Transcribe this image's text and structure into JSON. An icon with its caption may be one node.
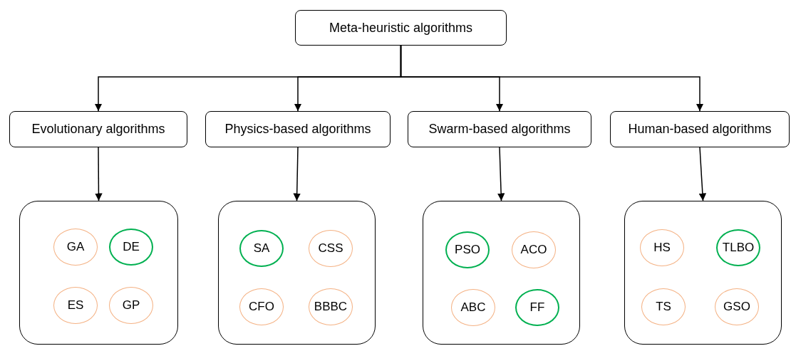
{
  "diagram": {
    "nodes": [
      {
        "text": [
          "Meta-heuristic algorithms"
        ]
      },
      {
        "text": [
          "Evolutionary algorithms"
        ]
      },
      {
        "text": [
          "Physics-based algorithms"
        ]
      },
      {
        "text": [
          "Swarm-based algorithms"
        ]
      },
      {
        "text": [
          "Human-based algorithms"
        ]
      },
      {
        "text": [],
        "shape": "box"
      },
      {
        "text": [
          "GA"
        ],
        "in": 5
      },
      {
        "text": [
          "DE"
        ],
        "in": 5
      },
      {
        "text": [
          "ES"
        ],
        "in": 5
      },
      {
        "text": [
          "GP"
        ],
        "in": 5
      },
      {
        "text": [],
        "shape": "box"
      },
      {
        "text": [
          "SA"
        ],
        "in": 10
      },
      {
        "text": [
          "CSS"
        ],
        "in": 10
      },
      {
        "text": [
          "CFO"
        ],
        "in": 10
      },
      {
        "text": [
          "BBBC"
        ],
        "in": 10
      },
      {
        "text": [],
        "shape": "box"
      },
      {
        "text": [
          "PSO"
        ],
        "in": 15
      },
      {
        "text": [
          "ACO"
        ],
        "in": 15
      },
      {
        "text": [
          "ABC"
        ],
        "in": 15
      },
      {
        "text": [
          "FF"
        ],
        "in": 15
      },
      {
        "text": [],
        "shape": "box"
      },
      {
        "text": [
          "HS"
        ],
        "in": 20
      },
      {
        "text": [
          "TLBO"
        ],
        "in": 20
      },
      {
        "text": [
          "TS"
        ],
        "in": 20
      },
      {
        "text": [
          "GSO"
        ],
        "in": 20
      }
    ],
    "edges": [
      {
        "from": 0,
        "to": 1,
        "arrow": "to"
      },
      {
        "from": 0,
        "to": 2,
        "arrow": "to"
      },
      {
        "from": 0,
        "to": 3,
        "arrow": "to"
      },
      {
        "from": 0,
        "to": 4,
        "arrow": "to"
      },
      {
        "from": 1,
        "to": 5,
        "arrow": "to"
      },
      {
        "from": 2,
        "to": 10,
        "arrow": "to"
      },
      {
        "from": 3,
        "to": 15,
        "arrow": "to"
      },
      {
        "from": 4,
        "to": 20,
        "arrow": "to"
      }
    ]
  }
}
